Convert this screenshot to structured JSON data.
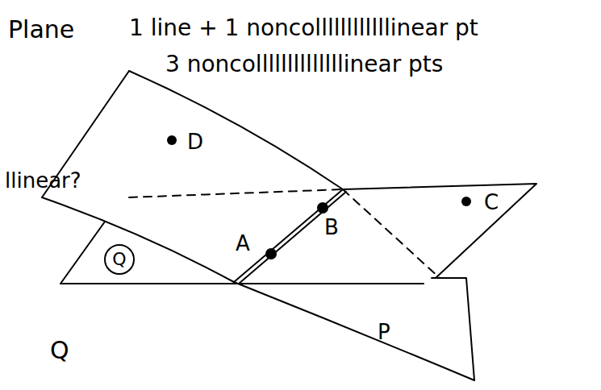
{
  "diagram": {
    "nodes": [
      {
        "text": [
          "Q"
        ]
      }
    ],
    "labels": [
      "Plane",
      "1 line + 1 noncollllllllllllinear pt",
      "3 noncollllllllllllllinear pts",
      "llinear?",
      "D",
      "A",
      "B",
      "C",
      "P",
      "Q"
    ]
  }
}
